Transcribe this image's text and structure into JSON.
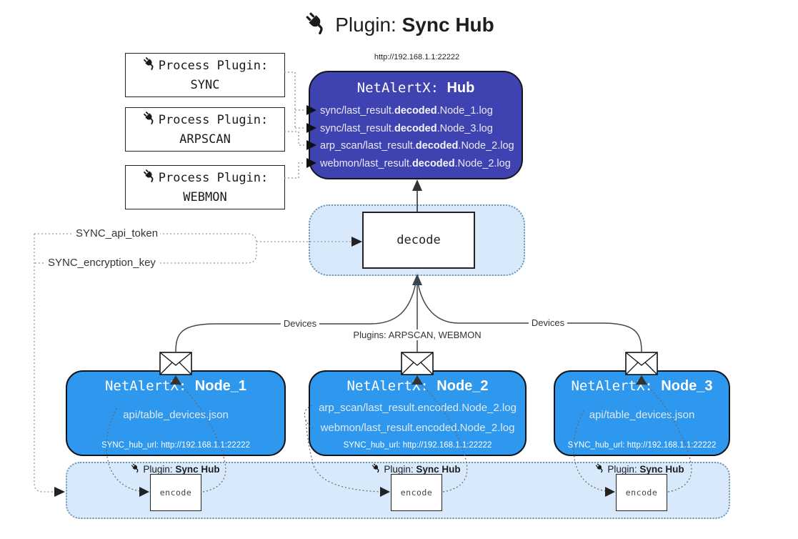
{
  "title": {
    "label_prefix": "Plugin: ",
    "label_name": "Sync Hub"
  },
  "hub": {
    "url_label": "http://192.168.1.1:22222",
    "name_prefix": "NetAlertX: ",
    "name": "Hub",
    "files": [
      {
        "pre": "sync/last_result.",
        "bold": "decoded",
        "post": ".Node_1.log"
      },
      {
        "pre": "sync/last_result.",
        "bold": "decoded",
        "post": ".Node_3.log"
      },
      {
        "pre": "arp_scan/last_result.",
        "bold": "decoded",
        "post": ".Node_2.log"
      },
      {
        "pre": "webmon/last_result.",
        "bold": "decoded",
        "post": ".Node_2.log"
      }
    ]
  },
  "process_plugins": [
    {
      "label": "Process Plugin:",
      "name": "SYNC"
    },
    {
      "label": "Process Plugin:",
      "name": "ARPSCAN"
    },
    {
      "label": "Process Plugin:",
      "name": "WEBMON"
    }
  ],
  "decode": {
    "label": "decode"
  },
  "config": {
    "api_token_label": "SYNC_api_token",
    "encryption_key_label": "SYNC_encryption_key"
  },
  "edges": {
    "left_devices_label": "Devices",
    "right_devices_label": "Devices",
    "center_plugins_label": "Plugins: ARPSCAN, WEBMON"
  },
  "nodes": [
    {
      "name_prefix": "NetAlertX: ",
      "name": "Node_1",
      "files": [
        "api/table_devices.json"
      ],
      "footer": "SYNC_hub_url: http://192.168.1.1:22222"
    },
    {
      "name_prefix": "NetAlertX: ",
      "name": "Node_2",
      "files": [
        "arp_scan/last_result.encoded.Node_2.log",
        "webmon/last_result.encoded.Node_2.log"
      ],
      "footer": "SYNC_hub_url: http://192.168.1.1:22222"
    },
    {
      "name_prefix": "NetAlertX: ",
      "name": "Node_3",
      "files": [
        "api/table_devices.json"
      ],
      "footer": "SYNC_hub_url: http://192.168.1.1:22222"
    }
  ],
  "encoders": [
    {
      "plugin_prefix": "Plugin: ",
      "plugin_name": "Sync Hub",
      "box_label": "encode"
    },
    {
      "plugin_prefix": "Plugin: ",
      "plugin_name": "Sync Hub",
      "box_label": "encode"
    },
    {
      "plugin_prefix": "Plugin: ",
      "plugin_name": "Sync Hub",
      "box_label": "encode"
    }
  ],
  "colors": {
    "hub_bg": "#3e43b1",
    "node_bg": "#2e97ee",
    "panel_bg": "#d7e9fa",
    "panel_border": "#7195ae"
  }
}
